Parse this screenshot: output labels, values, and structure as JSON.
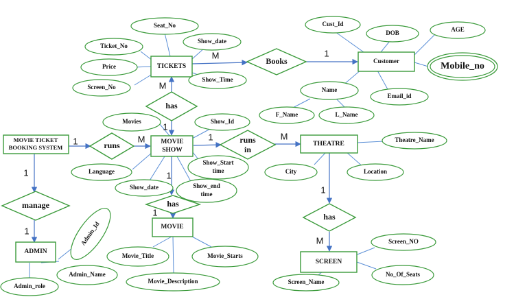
{
  "entities": {
    "tickets": "TICKETS",
    "customer": "Customer",
    "system_l1": "MOVIE TICKET",
    "system_l2": "BOOKING SYSTEM",
    "show_l1": "MOVIE",
    "show_l2": "SHOW",
    "theatre": "THEATRE",
    "admin": "ADMIN",
    "movie": "MOVIE",
    "screen": "SCREEN"
  },
  "relationships": {
    "books": "Books",
    "has_tickets": "has",
    "runs": "runs",
    "runs_in_l1": "runs",
    "runs_in_l2": "in",
    "manage": "manage",
    "has_movie": "has",
    "has_screen": "has"
  },
  "attributes": {
    "seat_no": "Seat_No",
    "ticket_no": "Ticket_No",
    "show_date_t": "Show_date",
    "price": "Price",
    "screen_no": "Screen_No",
    "show_time": "Show_Time",
    "cust_id": "Cust_Id",
    "dob": "DOB",
    "age": "AGE",
    "mobile_no": "Mobile_no",
    "name": "Name",
    "f_name": "F_Name",
    "l_name": "L_Name",
    "email_id": "Email_id",
    "movies": "Movies",
    "show_id": "Show_Id",
    "language": "Language",
    "show_date_s": "Show_date",
    "show_start_l1": "Show_Start",
    "show_start_l2": "time",
    "show_end_l1": "Show_end",
    "show_end_l2": "time",
    "theatre_name": "Theatre_Name",
    "city": "City",
    "location": "Location",
    "admin_id": "Admin_Id",
    "admin_name": "Admin_Name",
    "admin_role": "Admin_role",
    "movie_title": "Movie_Title",
    "movie_starts": "Movie_Starts",
    "movie_description": "Movie_Description",
    "screen_no_s": "Screen_NO",
    "no_of_seats": "No_Of_Seats",
    "screen_name": "Screen_Name"
  },
  "cardinalities": {
    "tickets_books": "M",
    "books_customer": "1",
    "tickets_has": "M",
    "has_show": "1",
    "system_runs": "1",
    "runs_show": "M",
    "show_runsin": "1",
    "runsin_theatre": "M",
    "system_manage": "1",
    "manage_admin": "1",
    "show_has": "1",
    "has_movie": "1",
    "theatre_has": "1",
    "has_screen": "M"
  },
  "colors": {
    "shape_stroke": "#3a9a3a",
    "connector": "#4472c4"
  }
}
